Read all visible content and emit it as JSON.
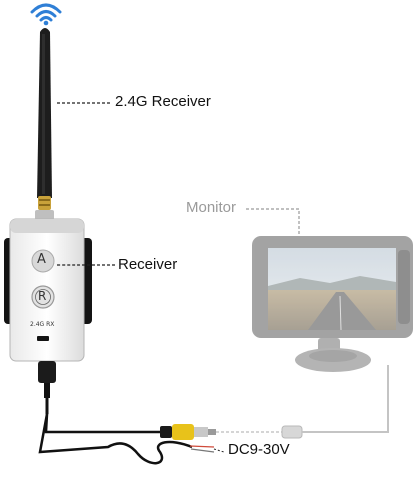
{
  "callouts": {
    "antenna": "2.4G Receiver",
    "receiver": "Receiver",
    "monitor": "Monitor",
    "power": "DC9-30V"
  },
  "receiver_box": {
    "button_a": "A",
    "button_r": "R",
    "model": "2.4G RX"
  },
  "colors": {
    "wifi": "#2f7fd6",
    "rca_tip": "#e8c21a",
    "wire_red": "#d04a3a"
  },
  "icons": [
    "wifi-icon"
  ]
}
